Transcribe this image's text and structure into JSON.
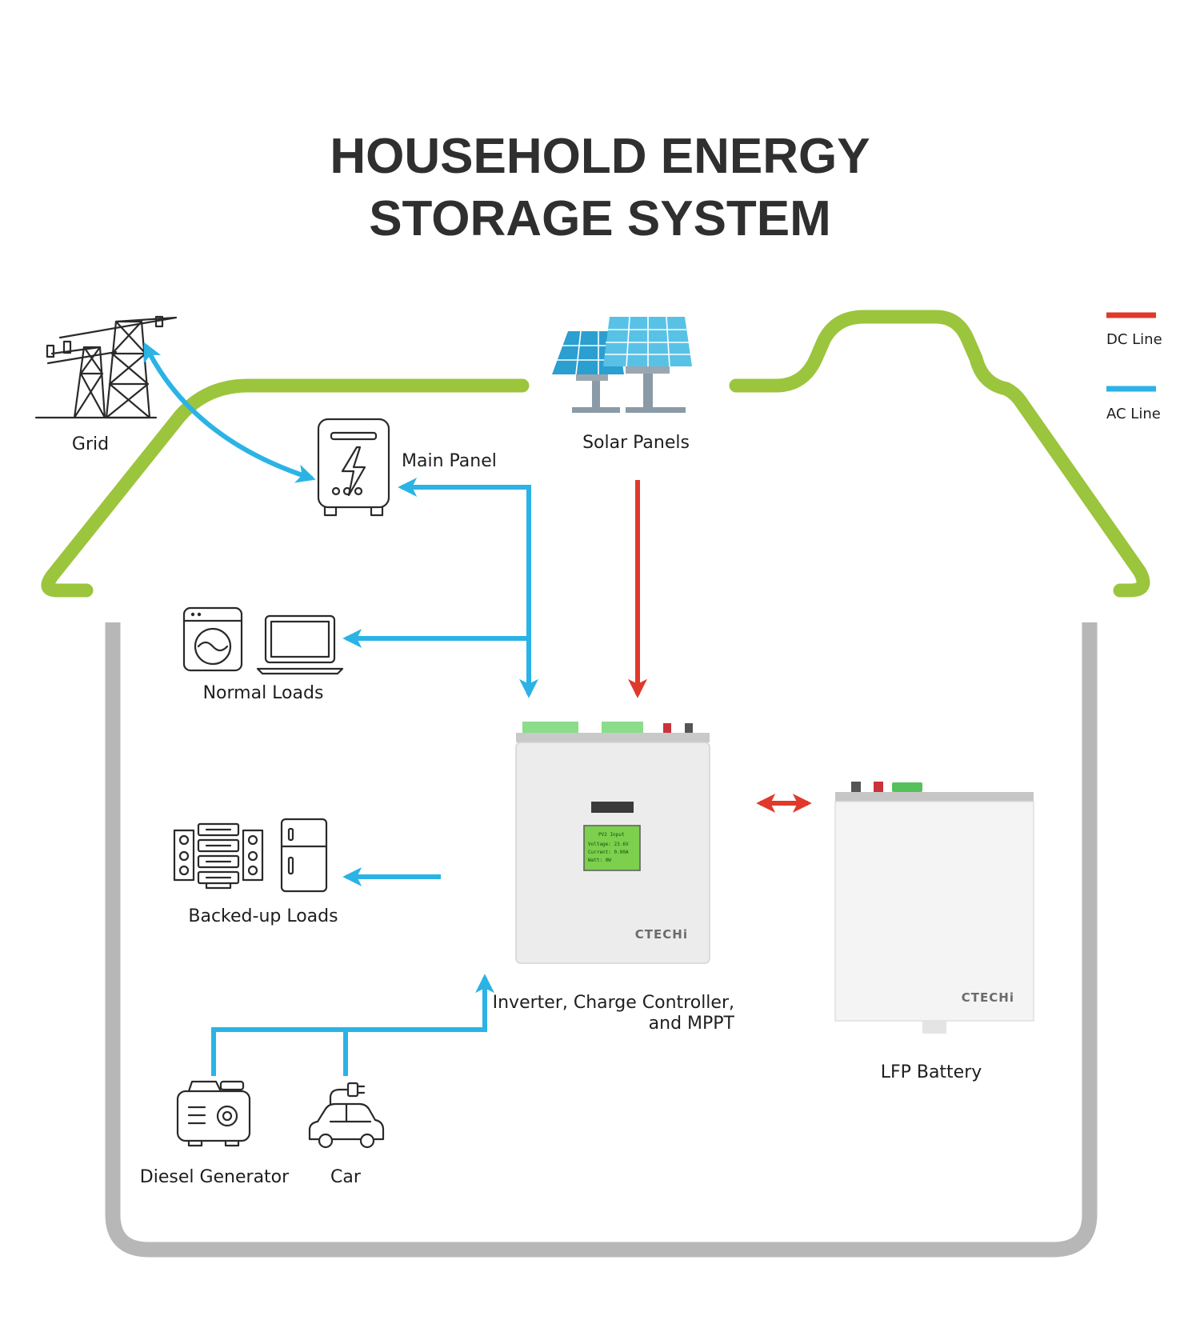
{
  "title": {
    "line1": "HOUSEHOLD ENERGY",
    "line2": "STORAGE SYSTEM"
  },
  "legend": [
    {
      "label": "DC Line",
      "color": "#e0392b"
    },
    {
      "label": "AC Line",
      "color": "#2bb3e6"
    }
  ],
  "colors": {
    "roof": "#9bc53d",
    "wall": "#b7b7b7",
    "dc": "#e0392b",
    "ac": "#2bb3e6"
  },
  "nodes": {
    "grid": {
      "label": "Grid",
      "icon": "power-tower-icon"
    },
    "main_panel": {
      "label": "Main Panel",
      "icon": "electric-panel-icon"
    },
    "solar": {
      "label": "Solar Panels",
      "icon": "solar-panel-icon"
    },
    "normal_loads": {
      "label": "Normal Loads",
      "icons": [
        "washing-machine-icon",
        "laptop-icon"
      ]
    },
    "backup_loads": {
      "label": "Backed-up Loads",
      "icons": [
        "stereo-speaker-icon",
        "refrigerator-icon"
      ]
    },
    "inverter": {
      "label_line1": "Inverter, Charge Controller,",
      "label_line2": "and MPPT",
      "brand": "CTECHi",
      "lcd": [
        "PV2 Input",
        "Voltage:  23.6V",
        "Current:  0.00A",
        "Watt:        0W"
      ]
    },
    "battery": {
      "label": "LFP Battery",
      "brand": "CTECHi"
    },
    "generator": {
      "label": "Diesel Generator",
      "icon": "generator-icon"
    },
    "car": {
      "label": "Car",
      "icon": "electric-car-icon"
    }
  }
}
